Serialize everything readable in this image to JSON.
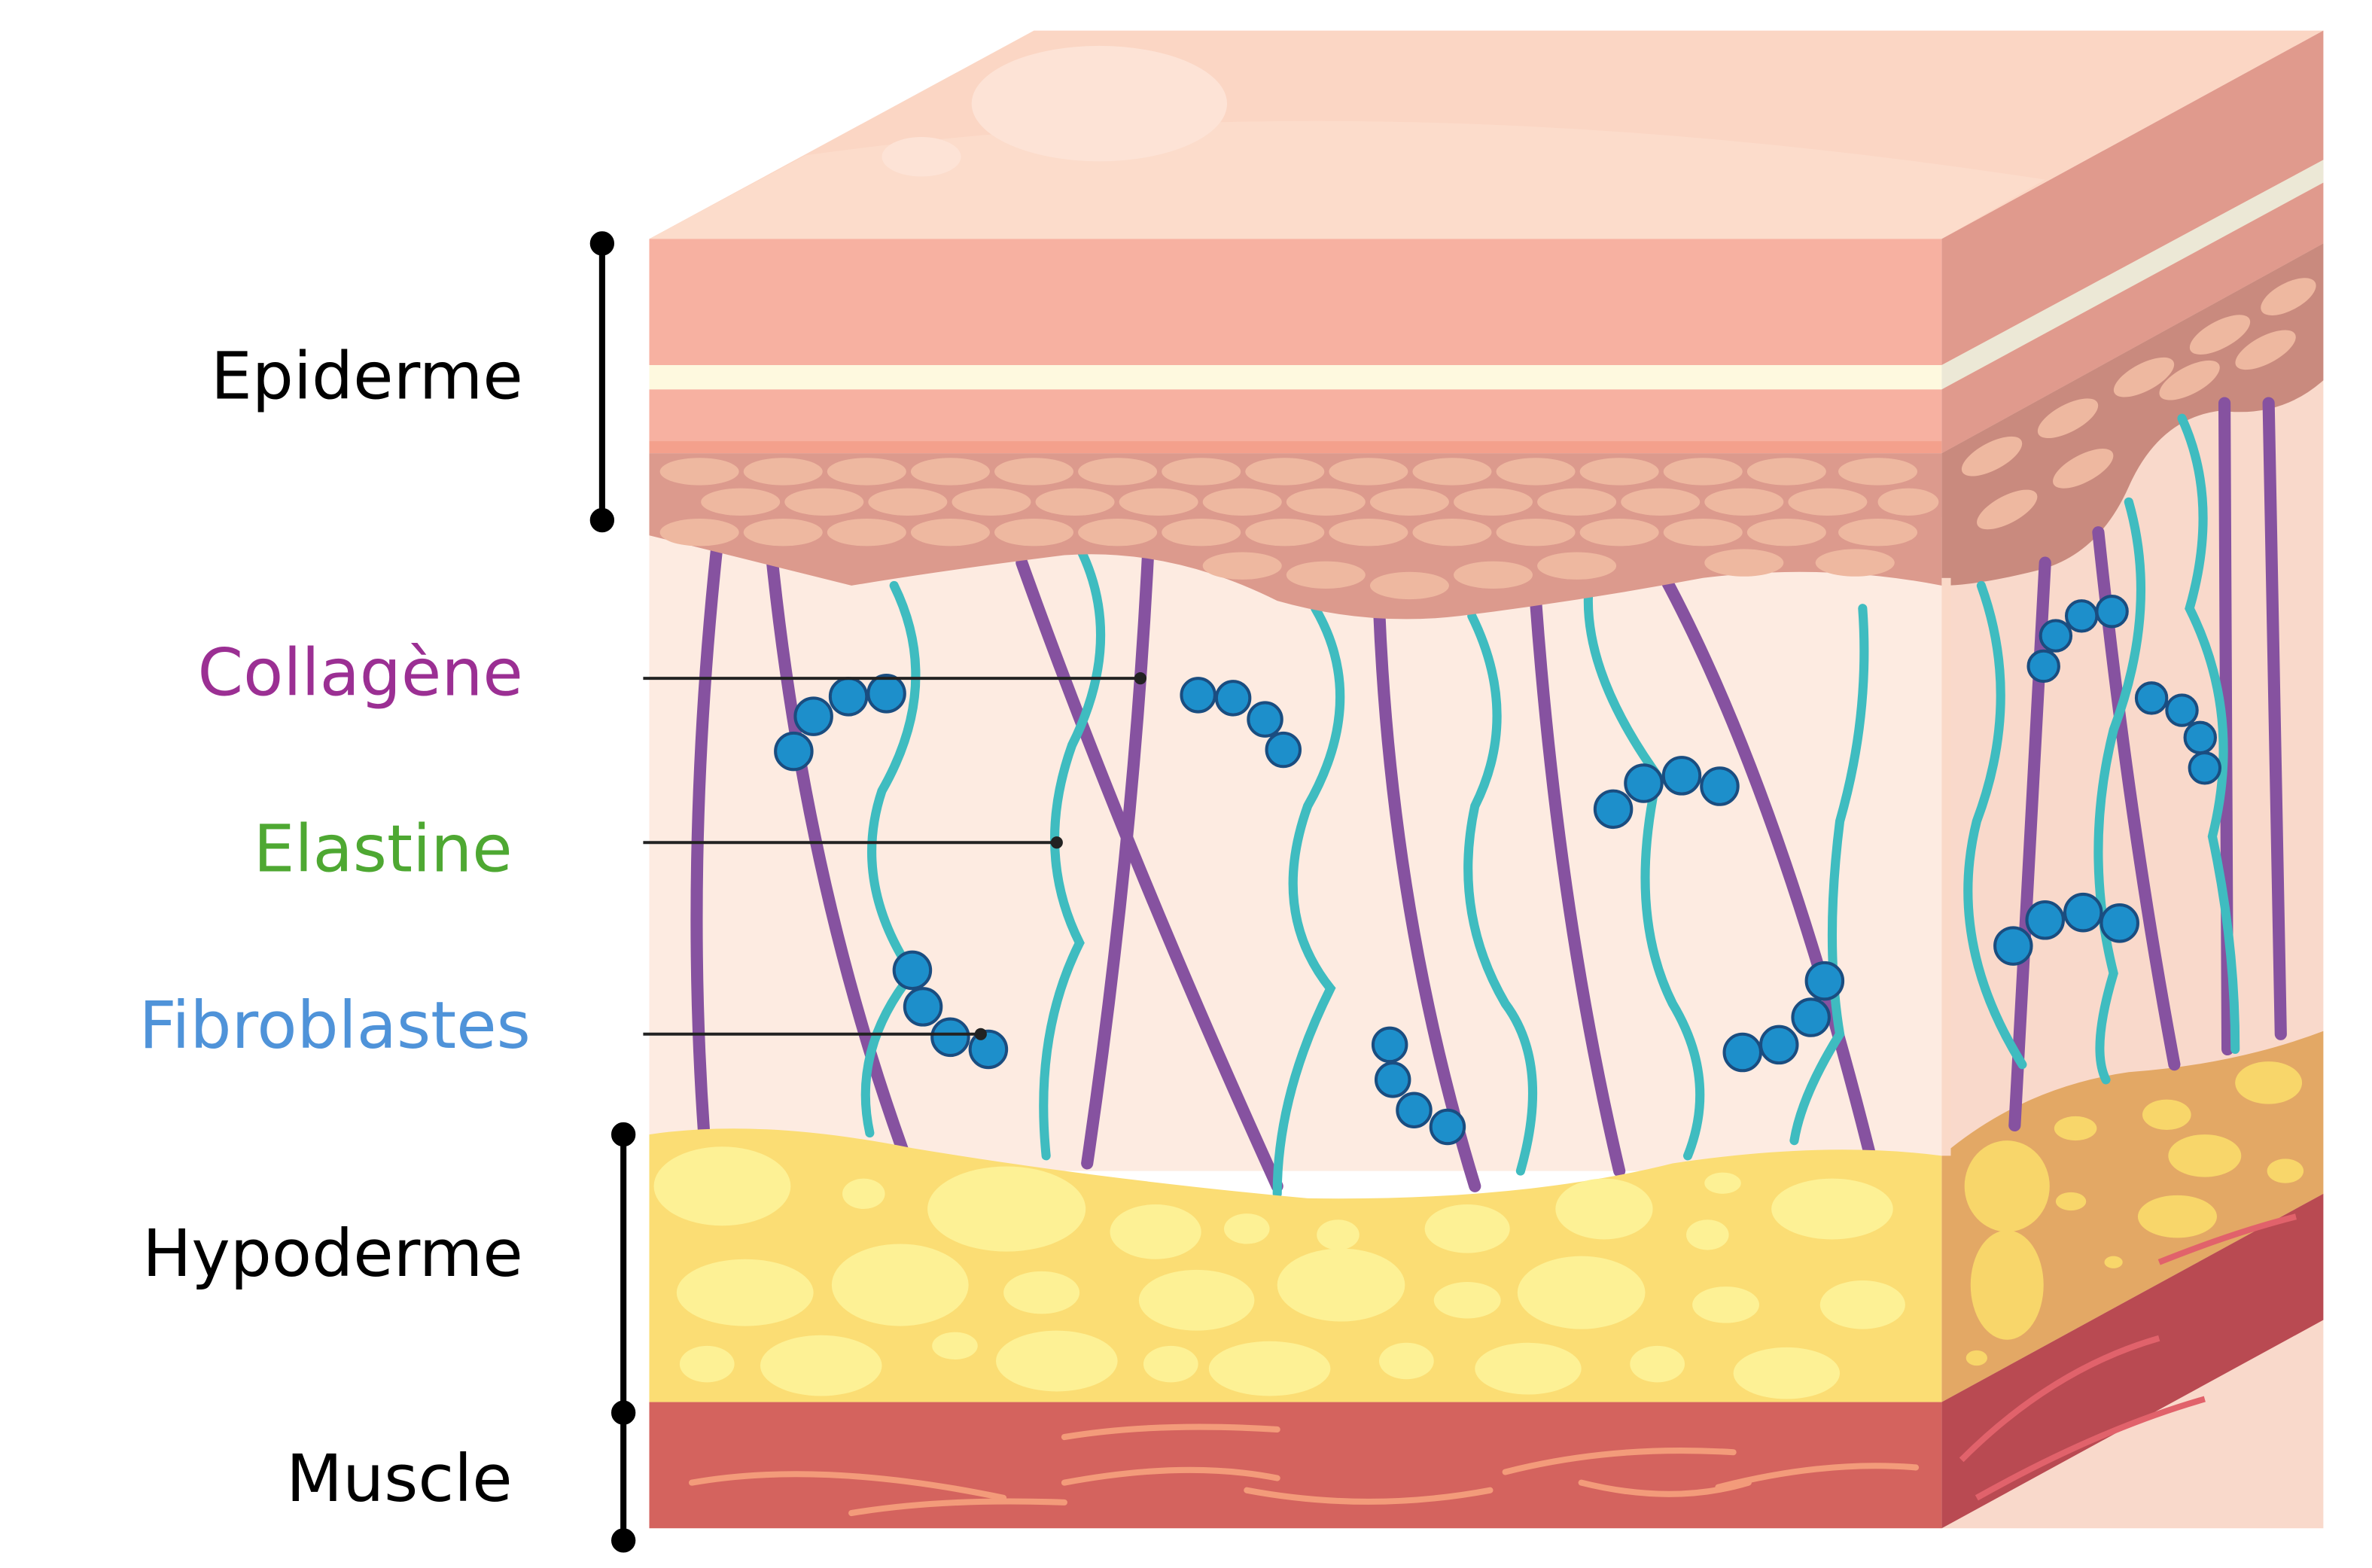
{
  "labels": {
    "epiderme": "Epiderme",
    "collagene": "Collagène",
    "elastine": "Elastine",
    "fibroblastes": "Fibroblastes",
    "hypoderme": "Hypoderme",
    "muscle": "Muscle"
  },
  "colors": {
    "collagene": "#9b2f93",
    "elastine": "#4ea832",
    "fibroblastes": "#4f93d9",
    "text": "#000000",
    "collagen_fiber": "#8652a0",
    "elastin_fiber": "#3fbcc0",
    "fibroblast_cell": "#1d8fcb"
  }
}
